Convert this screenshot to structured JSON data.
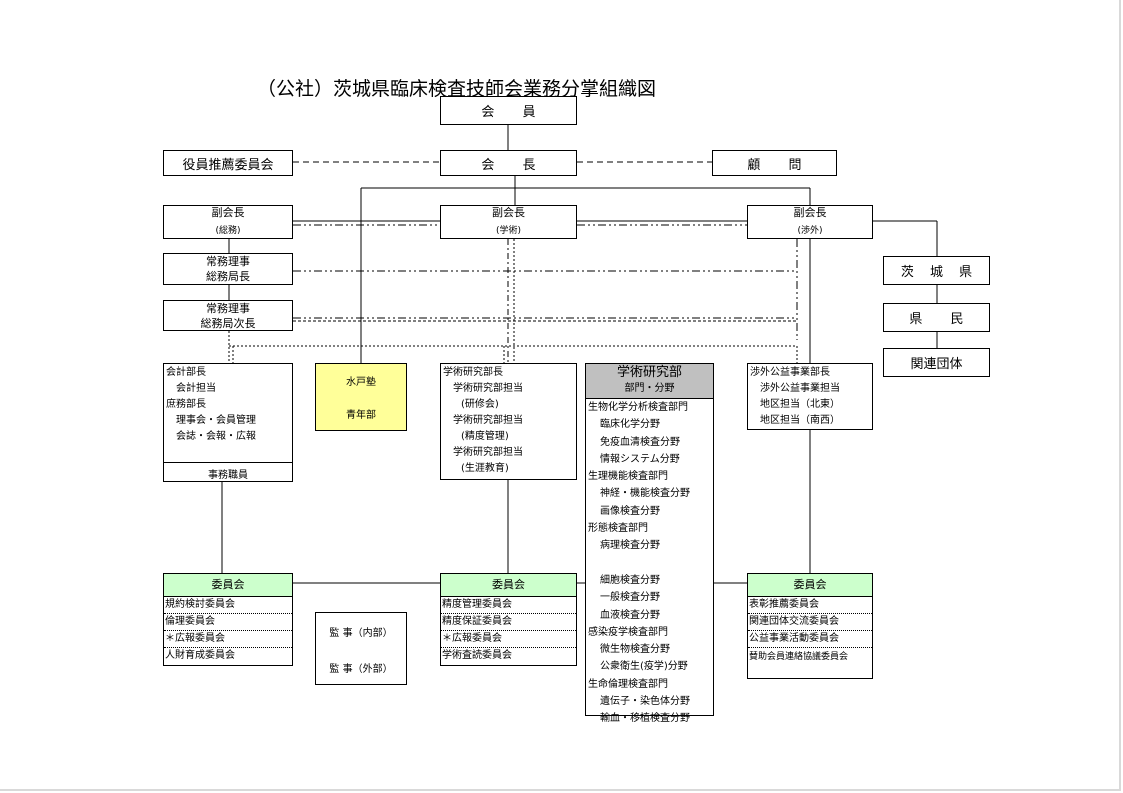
{
  "title": "（公社）茨城県臨床検査技師会業務分掌組織図",
  "top": {
    "members": "会 員",
    "president": "会 長",
    "officer_nomination": "役員推薦委員会",
    "advisor": "顧 問"
  },
  "vice_presidents": [
    {
      "title": "副会長",
      "sub": "(総務)"
    },
    {
      "title": "副会長",
      "sub": "(学術)"
    },
    {
      "title": "副会長",
      "sub": "(渉外)"
    }
  ],
  "executive_directors": [
    {
      "title": "常務理事",
      "sub": "総務局長"
    },
    {
      "title": "常務理事",
      "sub": "総務局次長"
    }
  ],
  "external_orgs": [
    "茨 城 県",
    "県 民",
    "関連団体"
  ],
  "general_affairs": {
    "lines": [
      "会計部長",
      "会計担当",
      "庶務部長",
      "理事会・会員管理",
      "会誌・会報・広報"
    ],
    "staff": "事務職員"
  },
  "youth": [
    "水戸塾",
    "青年部"
  ],
  "academic_research": {
    "lines": [
      "学術研究部長",
      "学術研究部担当",
      "(研修会)",
      "学術研究部担当",
      "(精度管理)",
      "学術研究部担当",
      "(生涯教育)"
    ]
  },
  "academic_dept": {
    "header": "学術研究部",
    "subheader": "部門・分野",
    "items": [
      {
        "level": 0,
        "text": "生物化学分析検査部門"
      },
      {
        "level": 1,
        "text": "臨床化学分野"
      },
      {
        "level": 1,
        "text": "免疫血清検査分野"
      },
      {
        "level": 1,
        "text": "情報システム分野"
      },
      {
        "level": 0,
        "text": "生理機能検査部門"
      },
      {
        "level": 1,
        "text": "神経・機能検査分野"
      },
      {
        "level": 1,
        "text": "画像検査分野"
      },
      {
        "level": 0,
        "text": "形態検査部門"
      },
      {
        "level": 1,
        "text": "病理検査分野"
      },
      {
        "level": 1,
        "text": ""
      },
      {
        "level": 1,
        "text": "細胞検査分野"
      },
      {
        "level": 1,
        "text": "一般検査分野"
      },
      {
        "level": 1,
        "text": "血液検査分野"
      },
      {
        "level": 0,
        "text": "感染疫学検査部門"
      },
      {
        "level": 1,
        "text": "微生物検査分野"
      },
      {
        "level": 1,
        "text": "公衆衛生(疫学)分野"
      },
      {
        "level": 0,
        "text": "生命倫理検査部門"
      },
      {
        "level": 1,
        "text": "遺伝子・染色体分野"
      },
      {
        "level": 1,
        "text": "輸血・移植検査分野"
      }
    ]
  },
  "external_affairs": {
    "lines": [
      "渉外公益事業部長",
      "渉外公益事業担当",
      "地区担当（北東）",
      "地区担当（南西）"
    ]
  },
  "committees": [
    {
      "header": "委員会",
      "items": [
        "規約検討委員会",
        "倫理委員会",
        "＊広報委員会",
        "人財育成委員会"
      ]
    },
    {
      "header": "委員会",
      "items": [
        "精度管理委員会",
        "精度保証委員会",
        "＊広報委員会",
        "学術査読委員会"
      ]
    },
    {
      "header": "委員会",
      "items": [
        "表彰推薦委員会",
        "関連団体交流委員会",
        "公益事業活動委員会",
        "賛助会員連絡協議委員会"
      ]
    }
  ],
  "auditors": [
    "監 事（内部）",
    "監 事（外部）"
  ]
}
